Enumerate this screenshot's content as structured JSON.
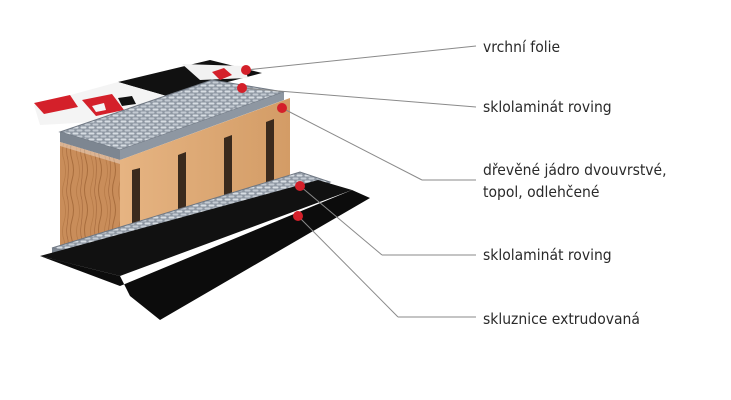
{
  "diagram": {
    "colors": {
      "leader_line": "#8a8a8a",
      "marker_dot": "#d4202a",
      "wood_core": "#c98d5a",
      "fiberglass": "#9da6b0",
      "base_black": "#111111",
      "topsheet_red": "#d4202a"
    },
    "callouts": [
      {
        "id": "top-sheet",
        "lines": [
          "vrchní folie"
        ]
      },
      {
        "id": "fiberglass-top",
        "lines": [
          "sklolaminát roving"
        ]
      },
      {
        "id": "wood-core",
        "lines": [
          "dřevěné jádro dvouvrstvé,",
          "topol, odlehčené"
        ]
      },
      {
        "id": "fiberglass-bottom",
        "lines": [
          "sklolaminát roving"
        ]
      },
      {
        "id": "base",
        "lines": [
          "skluznice extrudovaná"
        ]
      }
    ]
  }
}
